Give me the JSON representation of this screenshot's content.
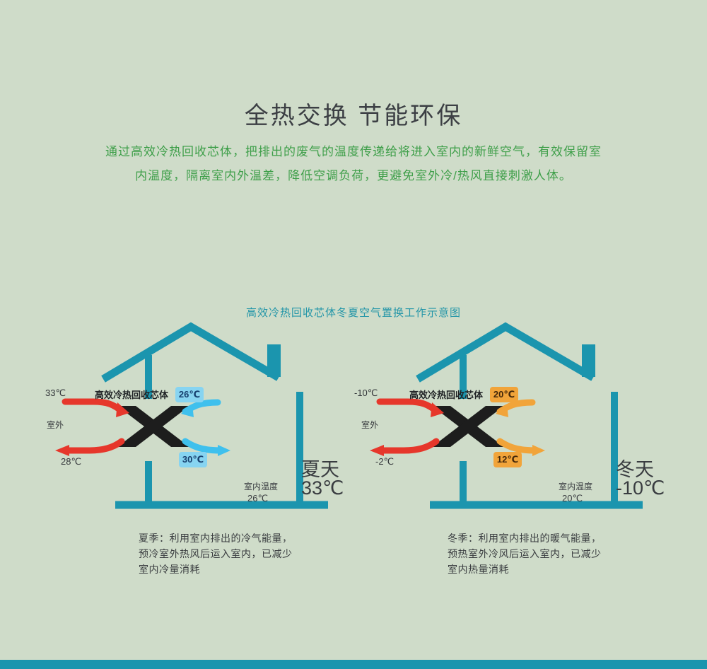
{
  "colors": {
    "background": "#cfdcc9",
    "teal": "#1b95ae",
    "paragraph_green": "#3f9f4a",
    "pipe_red": "#e6372b",
    "pipe_blue_summer": "#3fc0ed",
    "pipe_orange_winter": "#f1a43a",
    "summer_badge_bg": "#87d4f1",
    "winter_badge_bg": "#f1a43a",
    "exchanger_black": "#1d1d1d"
  },
  "header": {
    "title": "全热交换 节能环保",
    "description": "通过高效冷热回收芯体，把排出的废气的温度传递给将进入室内的新鲜空气，有效保留室内温度，隔离室内外温差，降低空调负荷，更避免室外冷/热风直接刺激人体。"
  },
  "diagram": {
    "title": "高效冷热回收芯体冬夏空气置换工作示意图",
    "summer": {
      "outdoor_temp_in": "33℃",
      "outdoor_label": "室外",
      "outdoor_temp_out": "28℃",
      "core_label": "高效冷热回收芯体",
      "badge_top": "26℃",
      "badge_bottom": "30℃",
      "indoor_label": "室内温度",
      "indoor_temp": "26℃",
      "season": "夏天",
      "season_temp": "33℃",
      "caption": "夏季：利用室内排出的冷气能量，\n预冷室外热风后运入室内，已减少\n室内冷量消耗"
    },
    "winter": {
      "outdoor_temp_in": "-10℃",
      "outdoor_label": "室外",
      "outdoor_temp_out": "-2℃",
      "core_label": "高效冷热回收芯体",
      "badge_top": "20℃",
      "badge_bottom": "12℃",
      "indoor_label": "室内温度",
      "indoor_temp": "20℃",
      "season": "冬天",
      "season_temp": "-10℃",
      "caption": "冬季：利用室内排出的暖气能量，\n预热室外冷风后运入室内，已减少\n室内热量消耗"
    }
  }
}
